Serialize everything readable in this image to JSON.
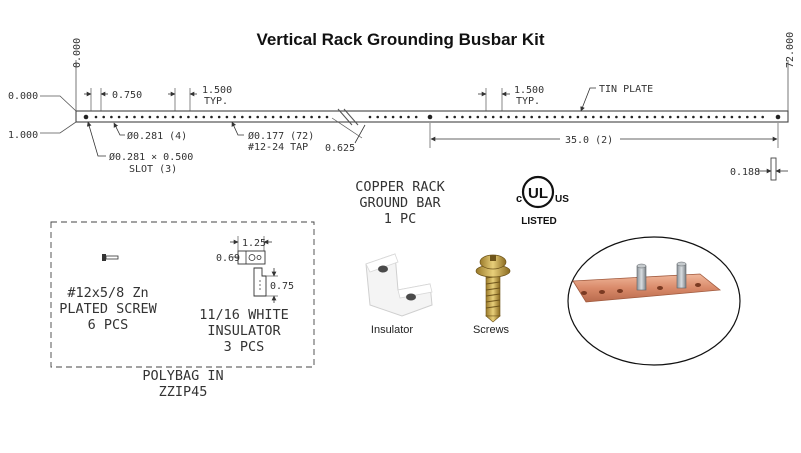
{
  "title": "Vertical Rack Grounding Busbar Kit",
  "drawing": {
    "origin_left": "0.000",
    "origin_right": "72.000",
    "row_top": "0.000",
    "row_bottom": "1.000",
    "dim_0750": "0.750",
    "dim_1500_a": "1.500",
    "typ_a": "TYP.",
    "dim_1500_b": "1.500",
    "typ_b": "TYP.",
    "tin_plate": "TIN PLATE",
    "hole_0281": "Ø0.281 (4)",
    "slot_line1": "Ø0.281 × 0.500",
    "slot_line2": "SLOT (3)",
    "hole_0177": "Ø0.177 (72)",
    "tap": "#12-24 TAP",
    "dim_0625": "0.625",
    "dim_35": "35.0 (2)",
    "dim_0188": "0.188"
  },
  "copper_bar": {
    "line1": "COPPER RACK",
    "line2": "GROUND BAR",
    "line3": "1 PC"
  },
  "cert": {
    "c": "c",
    "ul": "UL",
    "us": "US",
    "listed": "LISTED"
  },
  "polybag": {
    "screw_line1": "#12x5/8 Zn",
    "screw_line2": "PLATED SCREW",
    "screw_line3": "6 PCS",
    "dim_125": "1.25",
    "dim_069": "0.69",
    "dim_075": "0.75",
    "ins_line1": "11/16 WHITE",
    "ins_line2": "INSULATOR",
    "ins_line3": "3 PCS",
    "bag_line1": "POLYBAG IN",
    "bag_line2": "ZZIP45"
  },
  "photos": {
    "insulator_label": "Insulator",
    "screws_label": "Screws"
  }
}
